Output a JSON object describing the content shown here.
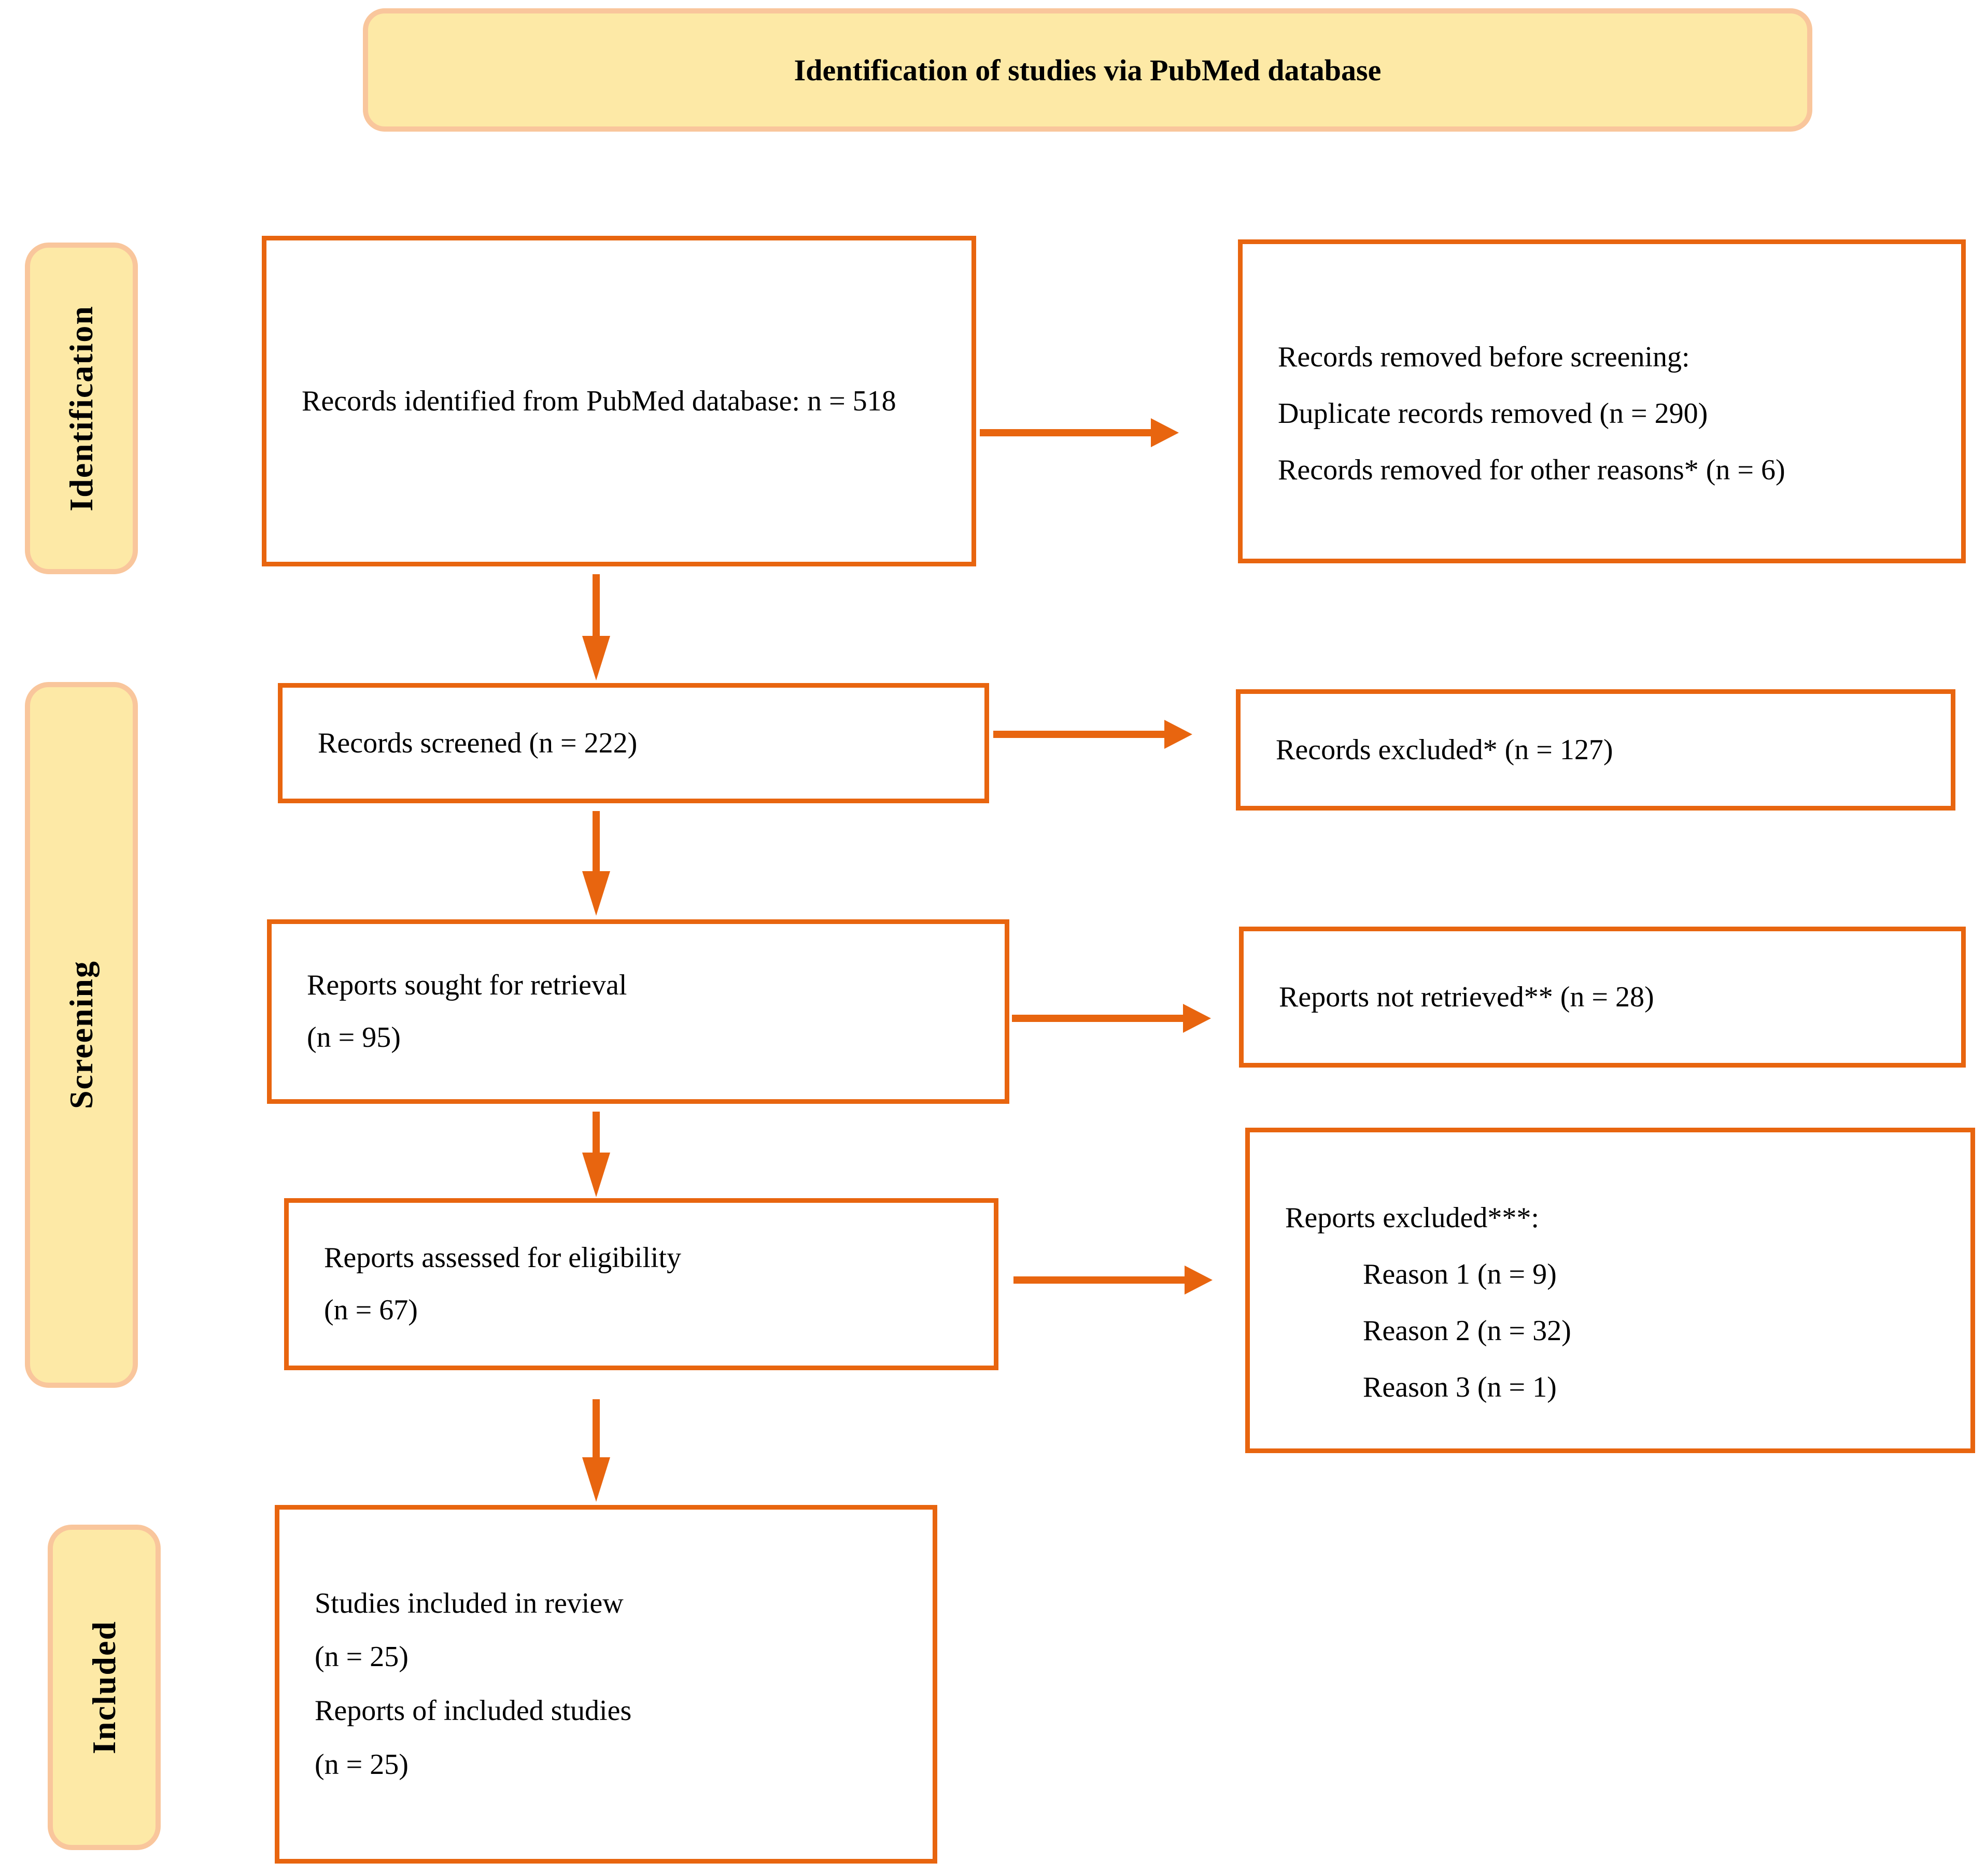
{
  "title": "Identification of studies via PubMed database",
  "colors": {
    "accent": "#E8650F",
    "stage_fill": "#FDE9A6",
    "stage_border": "#F9C69C",
    "box_fill": "#FFFFFF",
    "text": "#000000"
  },
  "stages": [
    {
      "label": "Identification"
    },
    {
      "label": "Screening"
    },
    {
      "label": "Included"
    }
  ],
  "boxes": {
    "identified": {
      "text": "Records identified from PubMed database: n = 518"
    },
    "removed_before_screening": {
      "lines": [
        "Records removed before screening:",
        "Duplicate records removed (n = 290)",
        "Records removed for other reasons* (n = 6)"
      ]
    },
    "screened": {
      "text": "Records screened (n = 222)"
    },
    "records_excluded": {
      "text": "Records excluded* (n = 127)"
    },
    "sought_for_retrieval": {
      "lines": [
        "Reports sought for retrieval",
        "(n = 95)"
      ]
    },
    "not_retrieved": {
      "text": "Reports not retrieved** (n = 28)"
    },
    "assessed_for_eligibility": {
      "lines": [
        "Reports assessed for eligibility",
        "(n = 67)"
      ]
    },
    "reports_excluded": {
      "header": "Reports excluded***:",
      "reasons": [
        "Reason 1 (n = 9)",
        "Reason 2 (n = 32)",
        "Reason 3 (n = 1)"
      ]
    },
    "included_in_review": {
      "lines": [
        "Studies included in review",
        "(n = 25)",
        "Reports of included studies",
        "(n = 25)"
      ]
    }
  }
}
